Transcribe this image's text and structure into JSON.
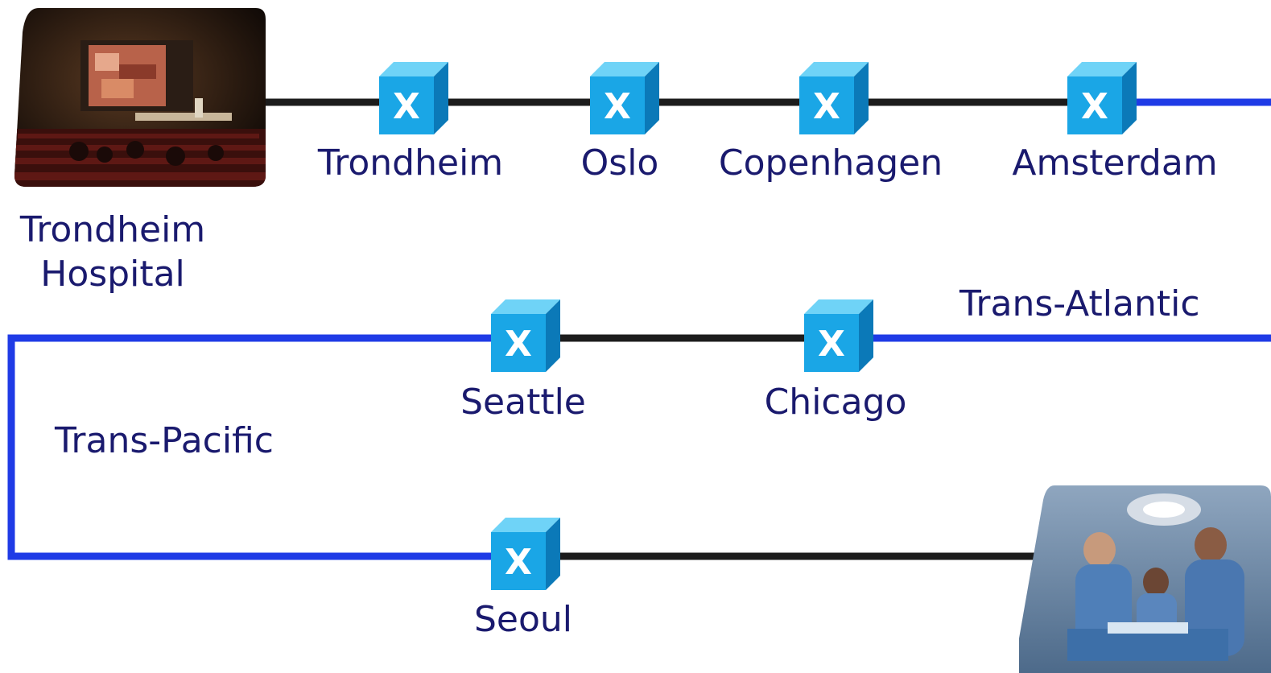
{
  "nodes": {
    "trondheim": {
      "label": "Trondheim",
      "glyph": "X"
    },
    "oslo": {
      "label": "Oslo",
      "glyph": "X"
    },
    "copenhagen": {
      "label": "Copenhagen",
      "glyph": "X"
    },
    "amsterdam": {
      "label": "Amsterdam",
      "glyph": "X"
    },
    "seattle": {
      "label": "Seattle",
      "glyph": "X"
    },
    "chicago": {
      "label": "Chicago",
      "glyph": "X"
    },
    "seoul": {
      "label": "Seoul",
      "glyph": "X"
    }
  },
  "links": {
    "trans_atlantic": "Trans-Atlantic",
    "trans_pacific": "Trans-Pacific"
  },
  "sites": {
    "origin": {
      "line1": "Trondheim",
      "line2": "Hospital"
    }
  },
  "colors": {
    "terrestrial_link": "#1c1c1c",
    "submarine_link": "#1f3be6",
    "node_front": "#1aa6e6",
    "node_top": "#6fd3f7",
    "node_side": "#0b79b8",
    "label_text": "#1a1a6e"
  }
}
